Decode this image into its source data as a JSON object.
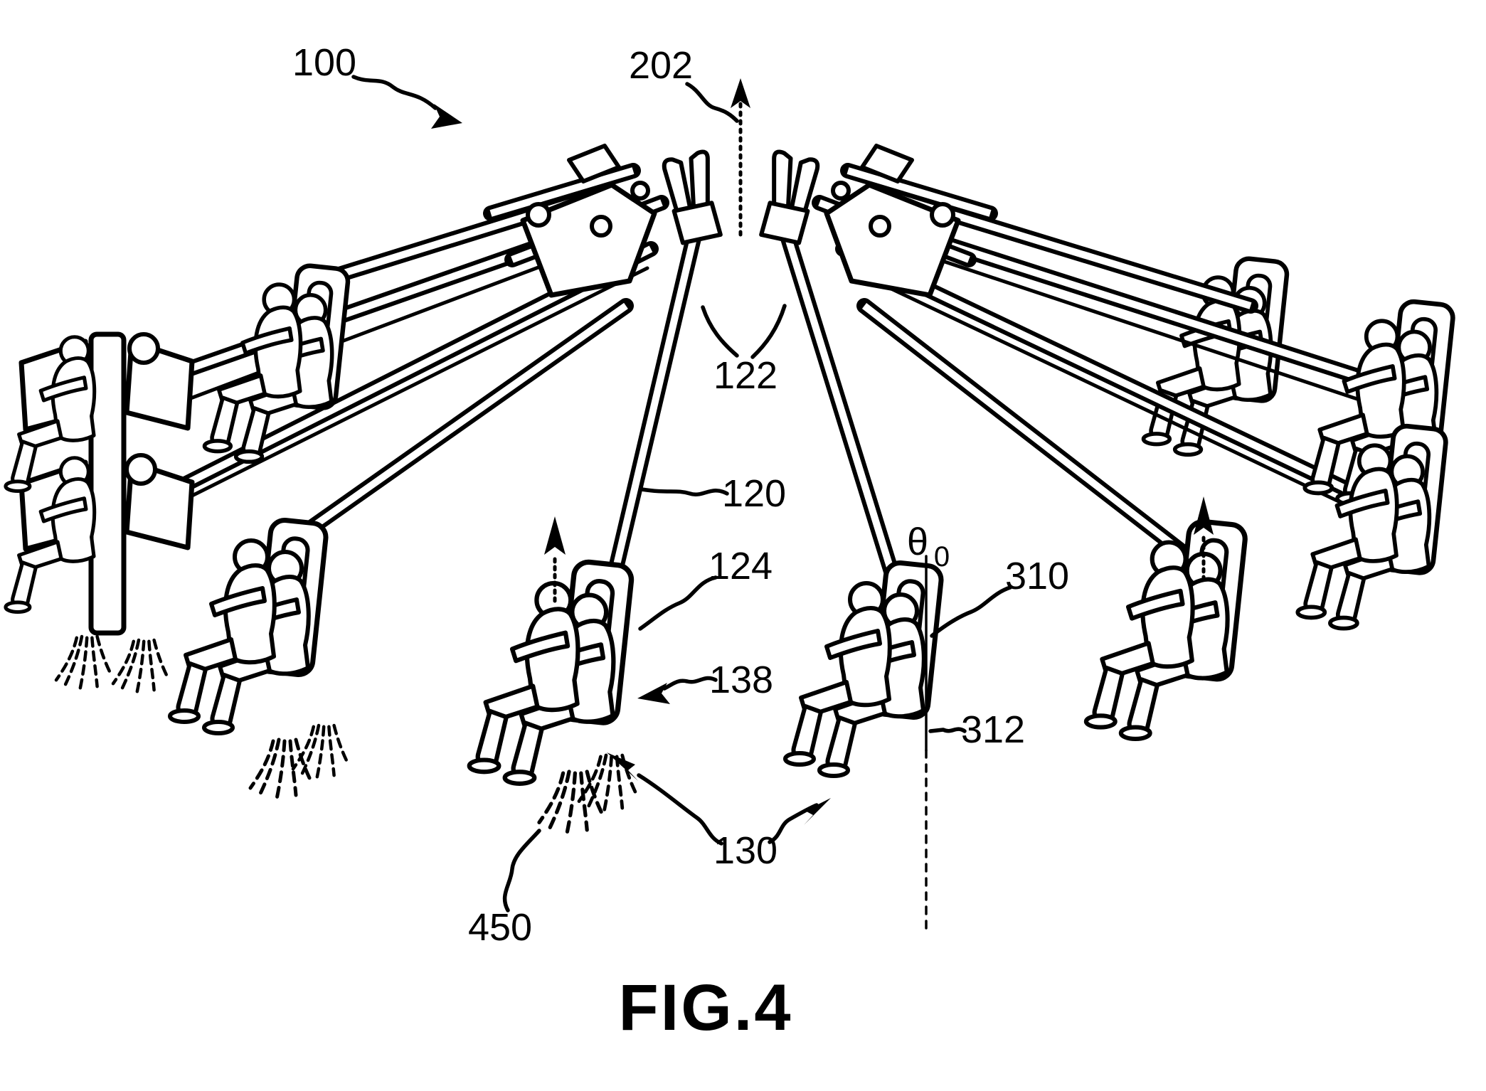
{
  "figure": {
    "caption": "FIG.4",
    "ink_color": "#000000",
    "background_color": "#ffffff",
    "labels": [
      {
        "id": "100",
        "text": "100"
      },
      {
        "id": "202",
        "text": "202"
      },
      {
        "id": "122",
        "text": "122"
      },
      {
        "id": "120",
        "text": "120"
      },
      {
        "id": "124",
        "text": "124"
      },
      {
        "id": "138",
        "text": "138"
      },
      {
        "id": "310",
        "text": "310"
      },
      {
        "id": "312",
        "text": "312"
      },
      {
        "id": "130",
        "text": "130"
      },
      {
        "id": "450",
        "text": "450"
      }
    ],
    "theta": {
      "symbol": "θ",
      "subscript": "0"
    }
  }
}
